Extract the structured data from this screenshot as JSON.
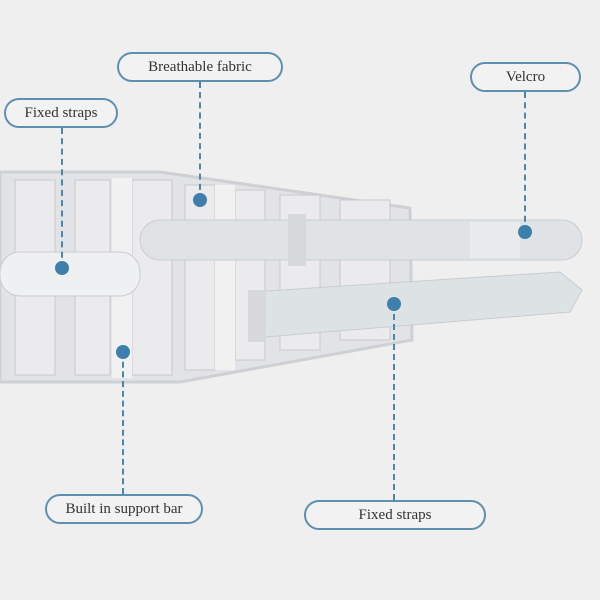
{
  "labels": {
    "breathable_fabric": "Breathable fabric",
    "fixed_straps_left": "Fixed straps",
    "velcro": "Velcro",
    "support_bar": "Built in support bar",
    "fixed_straps_right": "Fixed straps"
  },
  "colors": {
    "accent": "#3f7fab",
    "background": "#efefef",
    "belt": "#dcdde0"
  }
}
